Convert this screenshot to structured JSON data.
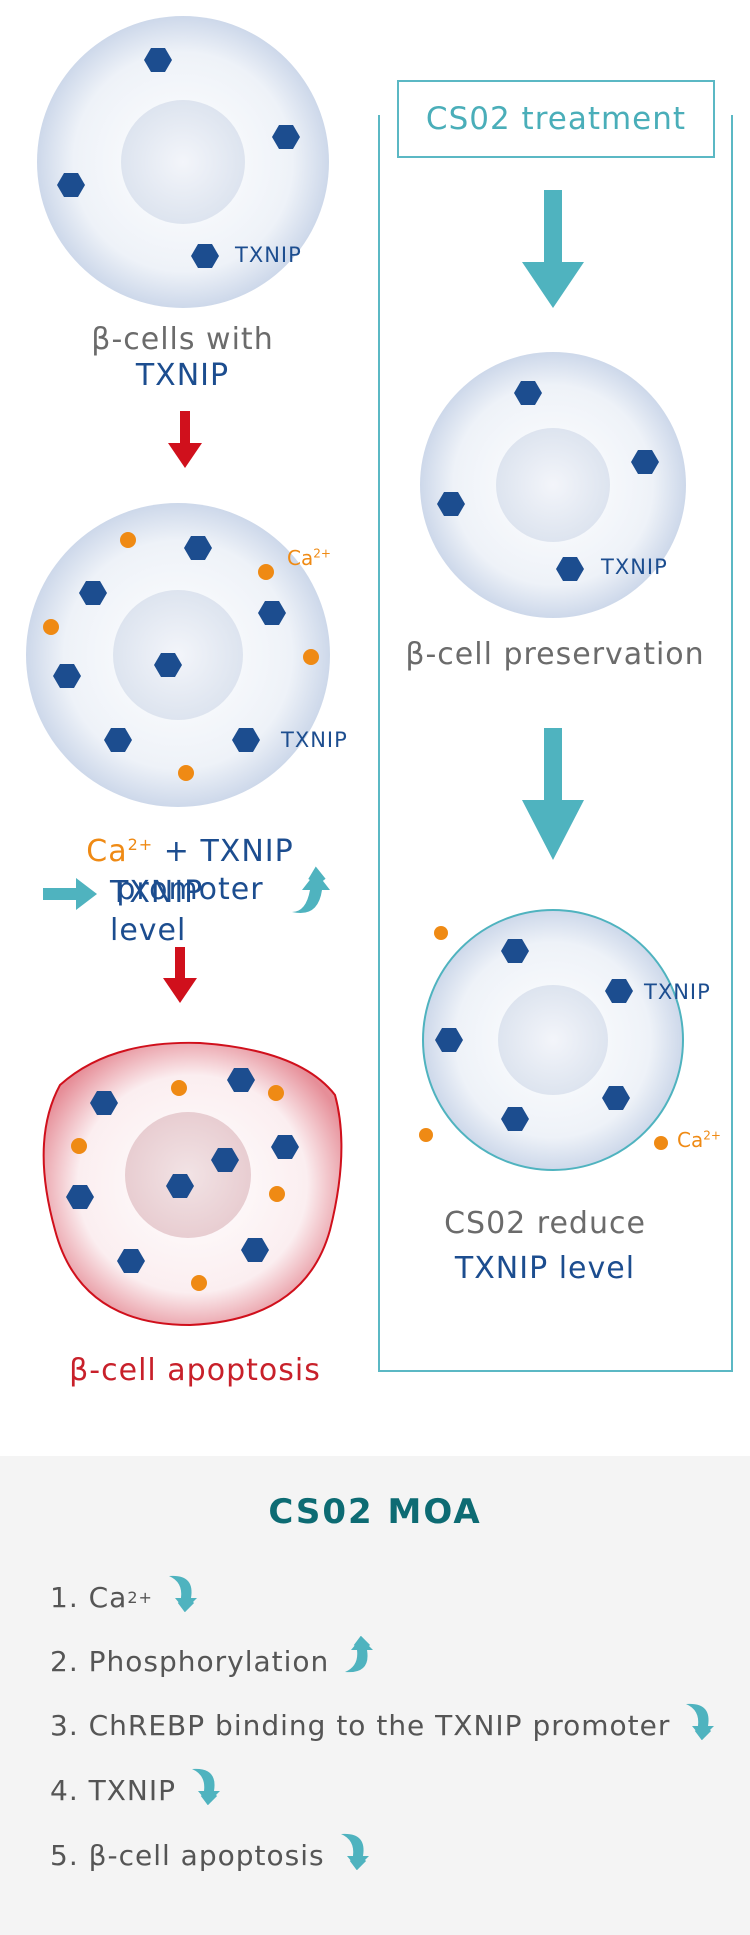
{
  "cells": {
    "txnip_label": "TXNIP",
    "ca_label": "Ca",
    "ca_sup": "2+"
  },
  "left": {
    "cell1_caption_line1": "β-cells with",
    "cell1_caption_line2": "TXNIP",
    "cell2_caption_ca": "Ca",
    "cell2_caption_ca_sup": "2+",
    "cell2_caption_rest": "+ TXNIP promoter",
    "cell2_caption_line2": "TXNIP level",
    "cell3_caption": "β-cell apoptosis"
  },
  "right": {
    "treatment_label": "CS02 treatment",
    "cell1_caption": "β-cell preservation",
    "cell2_caption_line1": "CS02 reduce",
    "cell2_caption_line2": "TXNIP level"
  },
  "moa": {
    "title": "CS02 MOA",
    "items": [
      {
        "text": "1. Ca",
        "sup": "2+",
        "direction": "down"
      },
      {
        "text": "2. Phosphorylation",
        "sup": "",
        "direction": "up"
      },
      {
        "text": "3. ChREBP binding to the TXNIP promoter",
        "sup": "",
        "direction": "down"
      },
      {
        "text": "4. TXNIP",
        "sup": "",
        "direction": "down"
      },
      {
        "text": "5. β-cell apoptosis",
        "sup": "",
        "direction": "down"
      }
    ]
  },
  "colors": {
    "teal": "#4fb3bf",
    "navy": "#1c4d8f",
    "red": "#d0101c",
    "orange": "#ef8a14",
    "moa_title": "#0d6b73"
  }
}
